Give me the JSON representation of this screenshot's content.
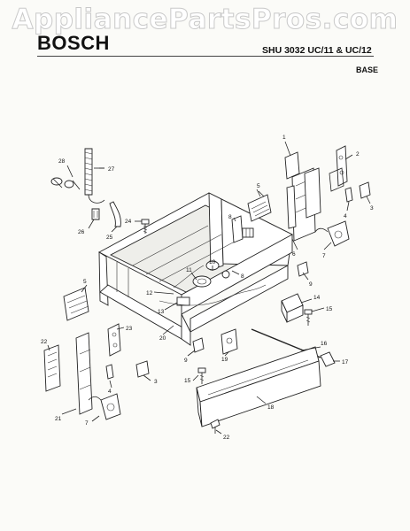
{
  "watermark": "AppliancePartsPros.com",
  "brand": "BOSCH",
  "model": "SHU 3032 UC/11 & UC/12",
  "section": "BASE",
  "callouts": [
    "28",
    "27",
    "26",
    "25",
    "24",
    "1",
    "2",
    "3",
    "4",
    "5",
    "6",
    "7",
    "8",
    "5",
    "9",
    "10",
    "11",
    "12",
    "13",
    "14",
    "15",
    "16",
    "17",
    "3",
    "4",
    "7",
    "8",
    "9",
    "15",
    "18",
    "19",
    "20",
    "21",
    "22",
    "23",
    "22"
  ]
}
